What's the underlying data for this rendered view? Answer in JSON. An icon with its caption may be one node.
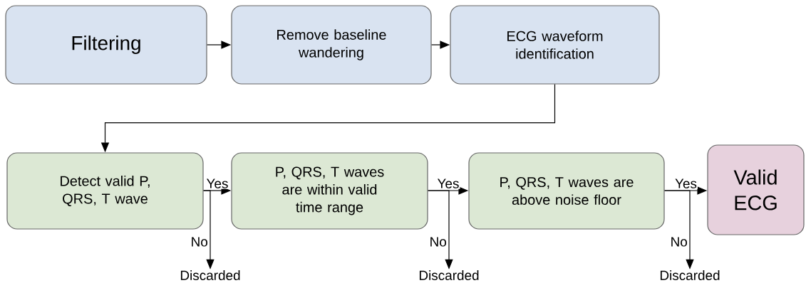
{
  "diagram": {
    "nodes": [
      {
        "text": [
          "Filtering"
        ]
      },
      {
        "text": [
          "Remove baseline wandering"
        ]
      },
      {
        "text": [
          "ECG waveform identification"
        ]
      },
      {
        "text": [
          "Detect valid P, QRS, T wave"
        ]
      },
      {
        "text": [
          "P, QRS, T waves are within valid time range"
        ]
      },
      {
        "text": [
          "P, QRS, T waves are above noise floor"
        ]
      },
      {
        "text": [
          "Valid ECG"
        ]
      },
      {
        "text": [
          "Discarded"
        ]
      },
      {
        "text": [
          "Discarded"
        ]
      },
      {
        "text": [
          "Discarded"
        ]
      }
    ],
    "edges": [
      {
        "from": 0,
        "to": 1,
        "arrow": "to"
      },
      {
        "from": 1,
        "to": 2,
        "arrow": "to"
      },
      {
        "from": 2,
        "to": 3,
        "arrow": "to"
      },
      {
        "from": 3,
        "to": 4,
        "arrow": "to",
        "label": "Yes"
      },
      {
        "from": 4,
        "to": 5,
        "arrow": "to",
        "label": "Yes"
      },
      {
        "from": 5,
        "to": 6,
        "arrow": "to",
        "label": "Yes"
      },
      {
        "from": 3,
        "to": 7,
        "arrow": "to",
        "label": "No"
      },
      {
        "from": 4,
        "to": 8,
        "arrow": "to",
        "label": "No"
      },
      {
        "from": 5,
        "to": 9,
        "arrow": "to",
        "label": "No"
      }
    ]
  }
}
